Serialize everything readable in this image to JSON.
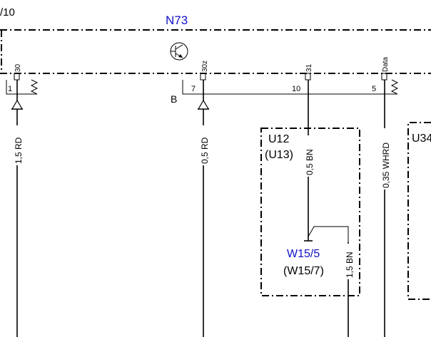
{
  "sheet_ref": "/10",
  "module": {
    "name": "N73",
    "color": "#1010c8"
  },
  "pins": [
    {
      "id": "pin-30",
      "label": "30",
      "number": "1"
    },
    {
      "id": "pin-30z",
      "label": "30z",
      "number": "7"
    },
    {
      "id": "pin-31",
      "label": "31",
      "number": "10"
    },
    {
      "id": "pin-data",
      "label": "Data",
      "number": "5"
    }
  ],
  "branch_label": "B",
  "wires": [
    {
      "id": "wire-1",
      "label": "1,5 RD"
    },
    {
      "id": "wire-2",
      "label": "0,5 RD"
    },
    {
      "id": "wire-3",
      "label": "0,5 BN"
    },
    {
      "id": "wire-4",
      "label": "0,35 WHRD"
    },
    {
      "id": "wire-5",
      "label": "1,5 BN"
    }
  ],
  "boxes": {
    "u12": {
      "line1": "U12",
      "line2": "(U13)"
    },
    "u34": {
      "line1": "U34"
    }
  },
  "ground": {
    "name": "W15/5",
    "alt": "(W15/7)",
    "color": "#1010c8"
  },
  "icons": {
    "transistor": "transistor-icon",
    "fuse": "fuse-arrow-icon",
    "pin": "pin-terminal-icon"
  }
}
